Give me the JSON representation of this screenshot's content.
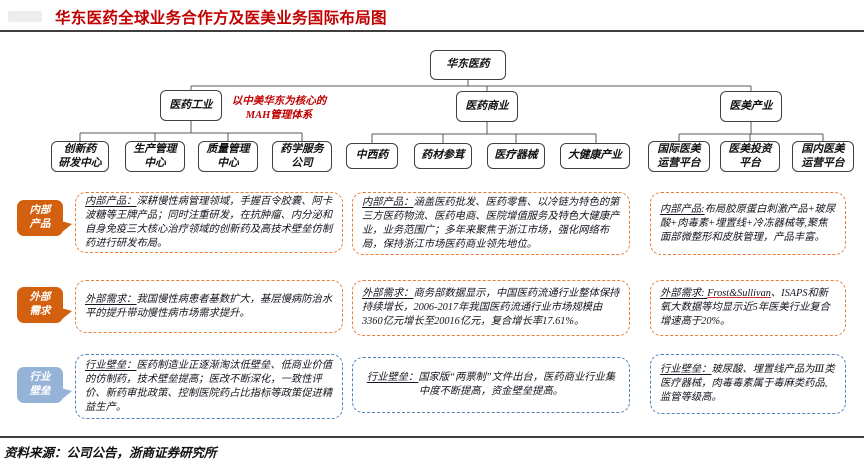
{
  "header": {
    "title": "华东医药全球业务合作方及医美业务国际布局图"
  },
  "footer": {
    "source": "资料来源：公司公告，浙商证券研究所"
  },
  "colors": {
    "title_red": "#c00000",
    "annotation_red": "#c00000",
    "bubble_orange": "#d2600f",
    "dash_orange": "#ed7d31",
    "bubble_blue": "#95b3d7",
    "dash_blue": "#4f81bd"
  },
  "tree": {
    "root": "华东医药",
    "annotation": "以中美华东为核心的\nMAH管理体系",
    "branches": [
      {
        "label": "医药工业",
        "children": [
          "创新药\n研发中心",
          "生产管理\n中心",
          "质量管理\n中心",
          "药学服务\n公司"
        ]
      },
      {
        "label": "医药商业",
        "children": [
          "中西药",
          "药材参茸",
          "医疗器械",
          "大健康产业"
        ]
      },
      {
        "label": "医美产业",
        "children": [
          "国际医美\n运营平台",
          "医美投资\n平台",
          "国内医美\n运营平台"
        ]
      }
    ]
  },
  "rows": [
    {
      "bubble": "内部\n产品",
      "cells": [
        {
          "label": "内部产品：",
          "text": "深耕慢性病管理领域，手握百令胶囊、阿卡波糖等王牌产品；同时注重研发，在抗肿瘤、内分泌和自身免疫三大核心治疗领域的创新药及高技术壁垒仿制药进行研发布局。"
        },
        {
          "label": "内部产品：",
          "text": "涵盖医药批发、医药零售、以冷链为特色的第三方医药物流、医药电商、医院增值服务及特色大健康产业，业务范围广；多年来聚焦于浙江市场，强化网络布局，保持浙江市场医药商业领先地位。"
        },
        {
          "label": "内部产品:",
          "text": "布局胶原蛋白刺激产品+玻尿酸+肉毒素+埋置线+冷冻器械等,聚焦面部微整形和皮肤管理，产品丰富。"
        }
      ]
    },
    {
      "bubble": "外部\n需求",
      "cells": [
        {
          "label": "外部需求：",
          "text": "我国慢性病患者基数扩大，基层慢病防治水平的提升带动慢性病市场需求提升。"
        },
        {
          "label": "外部需求：",
          "text": "商务部数据显示，中国医药流通行业整体保持持续增长，2006-2017年我国医药流通行业市场规模由3360亿元增长至20016亿元，复合增长率17.61%。"
        },
        {
          "label": "外部需求: ",
          "en": "Frost&Sullivan",
          "text": "、ISAPS和新氧大数据等均显示近5年医美行业复合增速高于20%。"
        }
      ]
    },
    {
      "bubble": "行业\n壁垒",
      "cells": [
        {
          "label": "行业壁垒：",
          "text": "医药制造业正逐渐淘汰低壁垒、低商业价值的仿制药，技术壁垒提高；医改不断深化，一致性评价、新药审批政策、控制医院药占比指标等政策促进精益生产。"
        },
        {
          "label": "行业壁垒：",
          "text": "国家版“两票制”文件出台，医药商业行业集中度不断提高，资金壁垒提高。"
        },
        {
          "label": "行业壁垒：",
          "text": "玻尿酸、埋置线产品为Ⅲ类医疗器械，肉毒毒素属于毒麻类药品,监管等级高。"
        }
      ]
    }
  ]
}
